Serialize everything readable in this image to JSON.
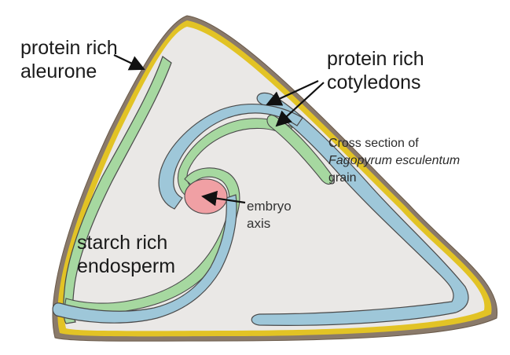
{
  "labels": {
    "aleurone": {
      "line1": "protein rich",
      "line2": "aleurone"
    },
    "cotyledons": {
      "line1": "protein rich",
      "line2": "cotyledons"
    },
    "endosperm": {
      "line1": "starch rich",
      "line2": "endosperm"
    },
    "embryo": {
      "line1": "embryo",
      "line2": "axis"
    },
    "caption": {
      "line1": "Cross section of",
      "species": "Fagopyrum esculentum",
      "line3": "grain"
    }
  },
  "colors": {
    "seed_coat_outer": "#8a7a6a",
    "seed_coat_yellow": "#e2c325",
    "aleurone_green": "#a6d8a0",
    "cotyledon_blue": "#9ec7d9",
    "cotyledon_green": "#a6d8a0",
    "endosperm_fill": "#eae8e6",
    "embryo_pink": "#f0a0a4",
    "outline": "#4a4a4a",
    "arrow": "#111111"
  }
}
